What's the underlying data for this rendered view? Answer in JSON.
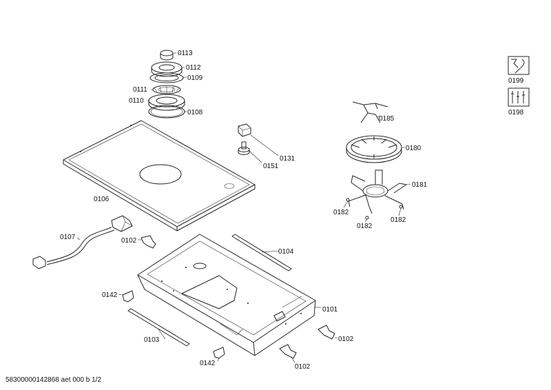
{
  "labels": {
    "p0113": "0113",
    "p0112": "0112",
    "p0109": "0109",
    "p0111": "0111",
    "p0110": "0110",
    "p0108": "0108",
    "p0106": "0106",
    "p0131": "0131",
    "p0151": "0151",
    "p0185": "0185",
    "p0180": "0180",
    "p0181": "0181",
    "p0182a": "0182",
    "p0182b": "0182",
    "p0182c": "0182",
    "p0107": "0107",
    "p0102a": "0102",
    "p0104": "0104",
    "p0142a": "0142",
    "p0101": "0101",
    "p0103": "0103",
    "p0102b": "0102",
    "p0142b": "0142",
    "p0102c": "0102",
    "p0199": "0199",
    "p0198": "0198"
  },
  "footer": "58300000142868 aet 000 b 1/2"
}
